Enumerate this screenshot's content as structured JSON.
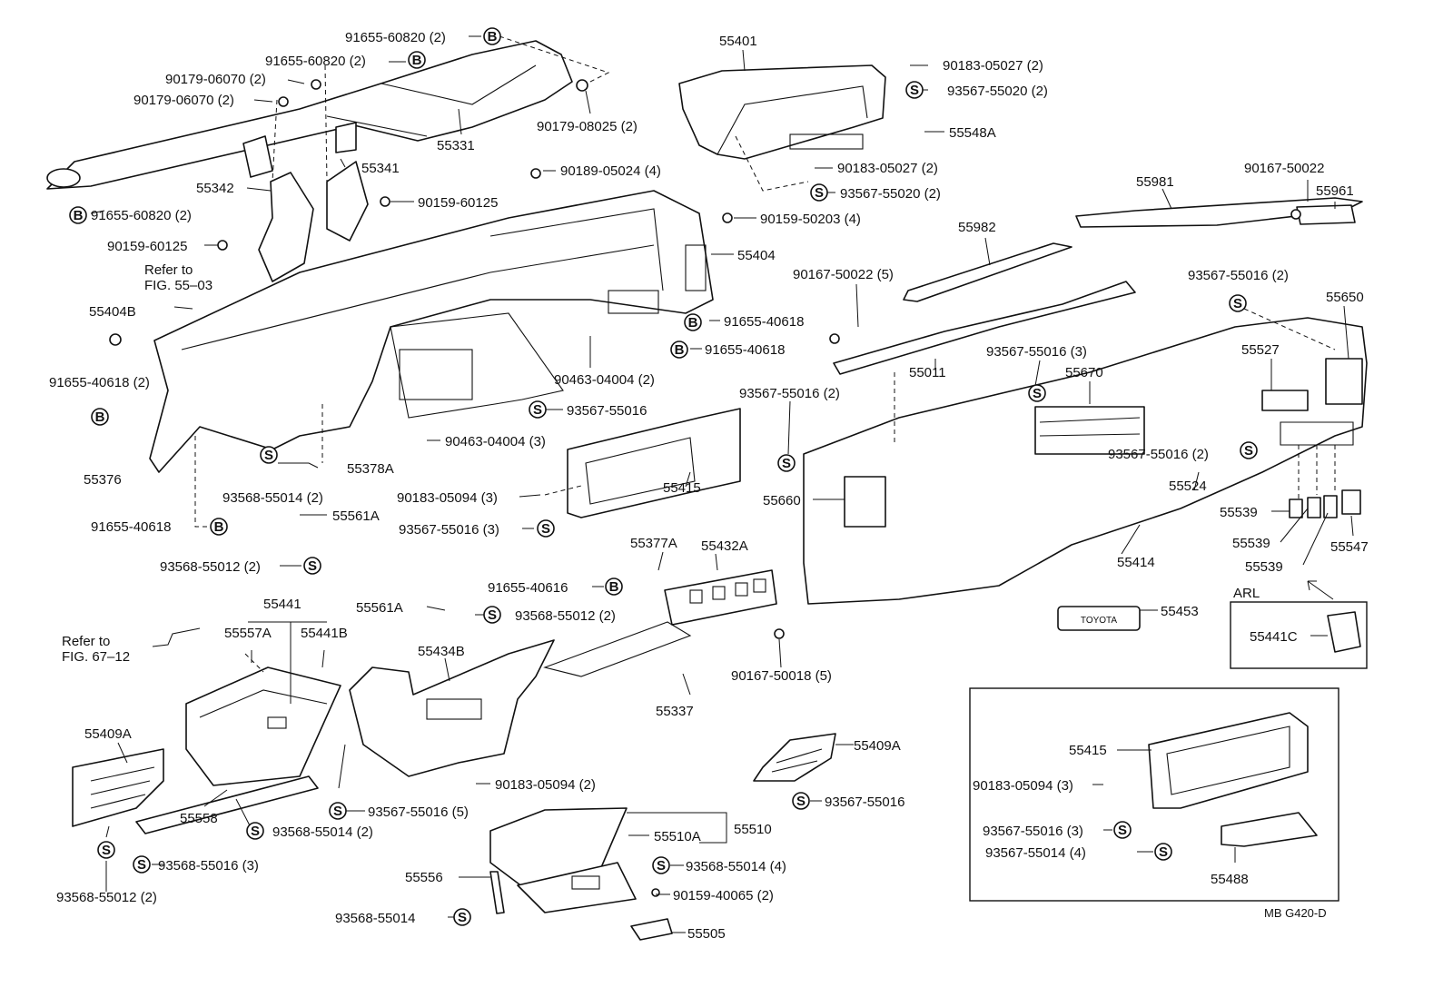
{
  "palette": {
    "ink": "#111111",
    "paper": "#ffffff"
  },
  "labels": {
    "l1": "91655-60820 (2)",
    "l2": "91655-60820 (2)",
    "l3": "90179-06070 (2)",
    "l4": "90179-06070 (2)",
    "l5": "55331",
    "l6": "90179-08025 (2)",
    "l7": "55342",
    "l8": "55341",
    "l9": "90159-60125",
    "l10": "90159-60125",
    "l11": "91655-60820 (2)",
    "l12": "Refer to",
    "l13": "FIG. 55–03",
    "l14": "55404B",
    "l15": "91655-40618 (2)",
    "l16": "55376",
    "l17": "91655-40618",
    "l18": "90189-05024 (4)",
    "l19": "90159-50203 (4)",
    "l20": "55404",
    "l21": "91655-40618",
    "l22": "91655-40618",
    "l23": "90463-04004 (2)",
    "l24": "93567-55016",
    "l25": "90463-04004 (3)",
    "l26": "93568-55014 (2)",
    "l27": "55378A",
    "l28": "55561A",
    "l29": "93568-55012 (2)",
    "l30": "55401",
    "l31": "90183-05027 (2)",
    "l32": "93567-55020 (2)",
    "l33": "55548A",
    "l34": "90183-05027 (2)",
    "l35": "93567-55020 (2)",
    "l36": "55981",
    "l37": "90167-50022",
    "l38": "55961",
    "l39": "55982",
    "l40": "90167-50022 (5)",
    "l41": "93567-55016 (2)",
    "l42": "55650",
    "l43": "55011",
    "l44": "93567-55016 (3)",
    "l45": "55670",
    "l46": "55527",
    "l47": "93567-55016 (2)",
    "l48": "93567-55016 (2)",
    "l49": "55660",
    "l50": "55524",
    "l51": "55539",
    "l52": "55539",
    "l53": "55539",
    "l54": "55547",
    "l55": "55414",
    "l56": "55453",
    "l57": "ARL",
    "l58": "55441C",
    "l59": "90183-05094 (3)",
    "l60": "55415",
    "l61": "93567-55016 (3)",
    "l62": "55377A",
    "l63": "55432A",
    "l64": "91655-40616",
    "l65": "55561A",
    "l66": "93568-55012 (2)",
    "l67": "90167-50018 (5)",
    "l68": "55337",
    "l69": "55441",
    "l70": "55557A",
    "l71": "55441B",
    "l72": "Refer to",
    "l73": "FIG. 67–12",
    "l74": "55409A",
    "l75": "55558",
    "l76": "93568-55014 (2)",
    "l77": "93568-55016 (3)",
    "l78": "93568-55012 (2)",
    "l79": "55434B",
    "l80": "90183-05094 (2)",
    "l81": "93567-55016 (5)",
    "l82": "55409A",
    "l83": "93567-55016",
    "l84": "55510A",
    "l85": "55510",
    "l86": "93568-55014 (4)",
    "l87": "90159-40065 (2)",
    "l88": "55556",
    "l89": "93568-55014",
    "l90": "55505",
    "l91": "55415",
    "l92": "90183-05094 (3)",
    "l93": "93567-55016 (3)",
    "l94": "93567-55014 (4)",
    "l95": "55488",
    "l96": "MB G420-D"
  },
  "markers": {
    "bolt": "B",
    "screw": "S"
  },
  "badge_text": "TOYOTA"
}
